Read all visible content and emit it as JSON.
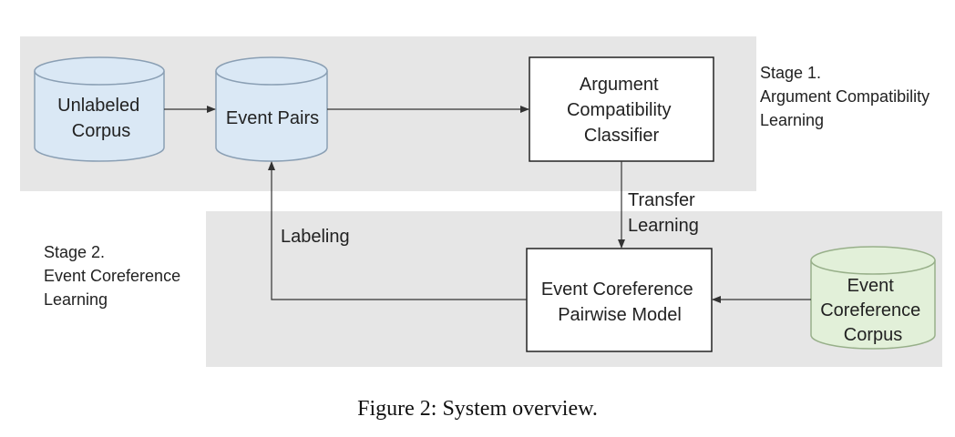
{
  "stage1": {
    "lines": [
      "Stage 1.",
      "Argument Compatibility",
      "Learning"
    ]
  },
  "stage2": {
    "lines": [
      "Stage 2.",
      "Event Coreference",
      "Learning"
    ]
  },
  "nodes": {
    "unlabeled_corpus": {
      "lines": [
        "Unlabeled",
        "Corpus"
      ]
    },
    "event_pairs": {
      "lines": [
        "Event Pairs"
      ]
    },
    "classifier": {
      "lines": [
        "Argument",
        "Compatibility",
        "Classifier"
      ]
    },
    "pairwise_model": {
      "lines": [
        "Event Coreference",
        "Pairwise Model"
      ]
    },
    "coref_corpus": {
      "lines": [
        "Event",
        "Coreference",
        "Corpus"
      ]
    }
  },
  "edges": {
    "transfer": {
      "lines": [
        "Transfer",
        "Learning"
      ]
    },
    "labeling": {
      "lines": [
        "Labeling"
      ]
    }
  },
  "caption": "Figure 2: System overview.",
  "colors": {
    "panel": "#e6e6e6",
    "db_blue_fill": "#dae8f5",
    "db_blue_stroke": "#8a9fb4",
    "db_green_fill": "#e2f0d9",
    "db_green_stroke": "#98b08a",
    "box_fill": "#ffffff",
    "box_stroke": "#222222",
    "arrow": "#333333"
  }
}
